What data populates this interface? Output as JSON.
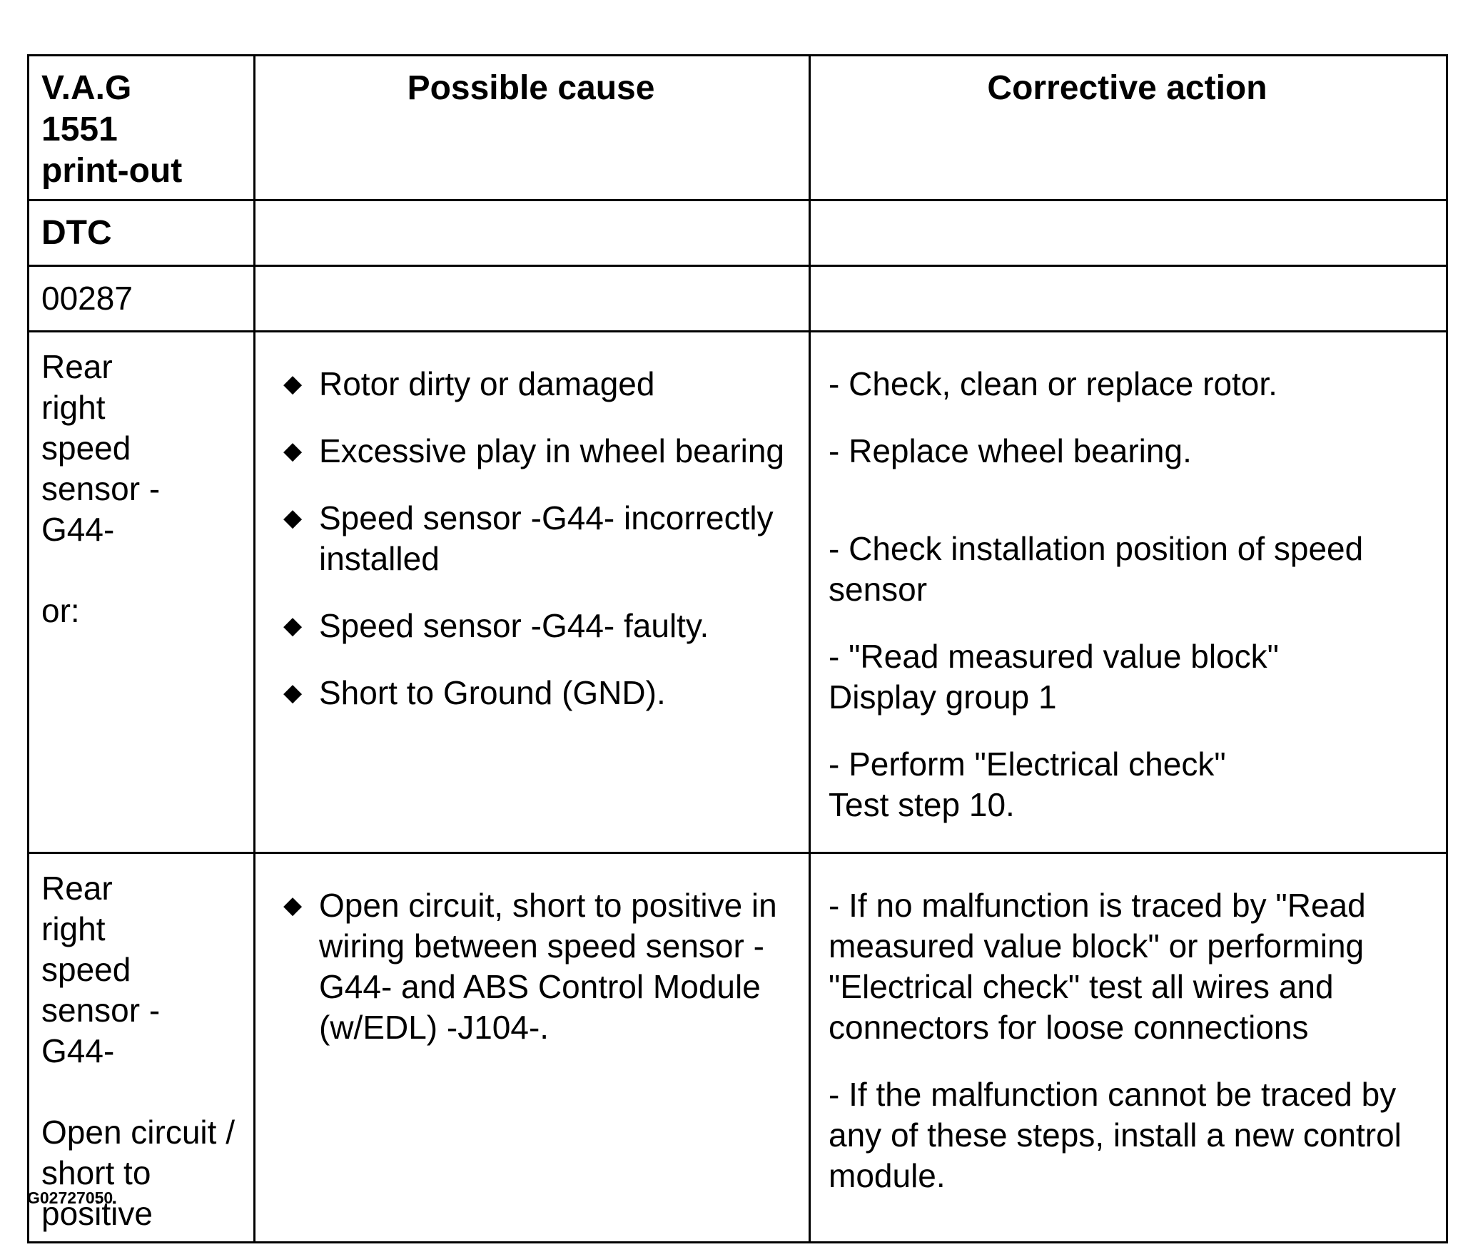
{
  "table": {
    "headers": {
      "col1": "V.A.G 1551 print-out",
      "col2": "Possible cause",
      "col3": "Corrective action"
    },
    "dtc_label": "DTC",
    "dtc_code": "00287",
    "rows": [
      {
        "printout": {
          "lines": [
            "Rear right speed sensor -G44-"
          ],
          "extra": "or:"
        },
        "causes": [
          "Rotor dirty or damaged",
          "Excessive play in wheel bearing",
          "Speed sensor -G44- incorrectly installed",
          "Speed sensor -G44- faulty.",
          "Short to Ground (GND)."
        ],
        "actions": [
          "- Check, clean or replace rotor.",
          "- Replace wheel bearing.",
          "- Check installation position of speed sensor",
          "- \"Read measured value block\" Display group 1",
          "- Perform \"Electrical check\" Test step 10."
        ]
      },
      {
        "printout": {
          "lines": [
            "Rear right speed sensor -G44-"
          ],
          "extra": "Open circuit / short to positive"
        },
        "causes": [
          "Open circuit, short to positive in wiring between speed sensor -G44- and ABS Control Module (w/EDL) -J104-."
        ],
        "actions": [
          "- If no malfunction is traced by \"Read measured value block\" or performing \"Electrical check\" test all wires and connectors for loose connections",
          "- If the malfunction cannot be traced by any of these steps, install a new control module."
        ]
      }
    ]
  },
  "figure_ref": "G02727050",
  "icons": {
    "bullet": "diamond-bullet-icon"
  }
}
